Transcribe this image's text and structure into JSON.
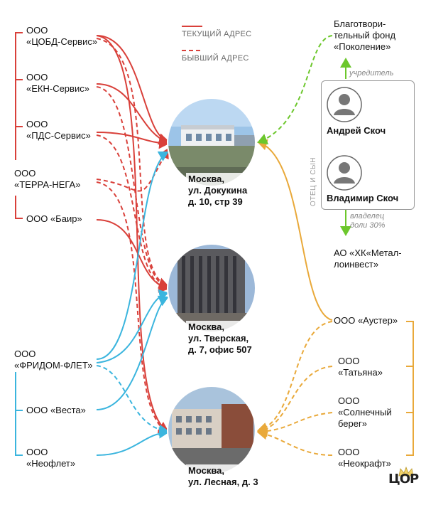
{
  "legend": {
    "current": "ТЕКУЩИЙ АДРЕС",
    "former": "БЫВШИЙ АДРЕС"
  },
  "colors": {
    "red": "#d9403a",
    "blue": "#3bb5de",
    "orange": "#e9a93a",
    "green": "#6cc72c",
    "grey": "#999999"
  },
  "companies_left": {
    "tsobd": "ООО\n«ЦОБД-Сервис»",
    "ekn": "ООО\n«ЕКН-Сервис»",
    "pds": "ООО\n«ПДС-Сервис»",
    "terra": "ООО\n«ТЕРРА-НЕГА»",
    "bair": "ООО «Баир»",
    "freedom": "ООО\n«ФРИДОМ-ФЛЕТ»",
    "vesta": "ООО «Веста»",
    "neoflet": "ООО\n«Неофлет»"
  },
  "addresses": {
    "dokukina": "Москва,\nул. Докукина\nд. 10, стр 39",
    "tverskaya": "Москва,\nул. Тверская,\nд. 7, офис 507",
    "lesnaya": "Москва,\nул. Лесная, д. 3"
  },
  "right": {
    "fund": "Благотвори-\nтельный фонд\n«Поколение»",
    "founder_note": "учредитель",
    "person1": "Андрей Скоч",
    "person2": "Владимир Скоч",
    "relation": "ОТЕЦ И СЫН",
    "share_note": "владелец\nдоли 30%",
    "metal": "АО «ХК«Метал-\nлоинвест»",
    "auster": "ООО «Аустер»",
    "tatiana": "ООО\n«Татьяна»",
    "solnechny": "ООО\n«Солнечный\nберег»",
    "neokraft": "ООО\n«Неокрафт»"
  },
  "logo_text": "ЦОР"
}
